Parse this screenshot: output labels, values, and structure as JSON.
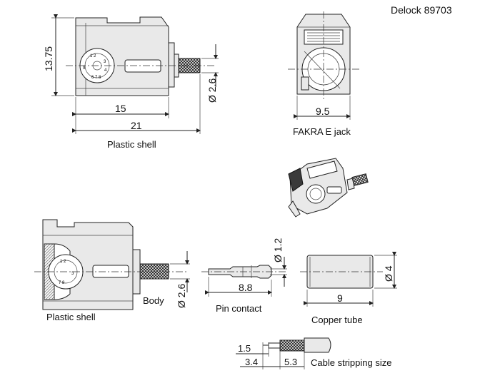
{
  "header": {
    "model": "Delock 89703"
  },
  "views": {
    "top_left": {
      "caption": "Plastic shell",
      "dims": {
        "height": "13.75",
        "diameter": "Ø 2.6",
        "length_inner": "15",
        "length_total": "21"
      }
    },
    "top_right": {
      "caption": "FAKRA E jack",
      "dims": {
        "width": "9.5"
      }
    },
    "bottom_left": {
      "caption": "Plastic shell",
      "body_label": "Body",
      "dims": {
        "diameter": "Ø 2.6"
      }
    },
    "pin": {
      "caption": "Pin contact",
      "dims": {
        "length": "8.8",
        "diameter": "Ø 1.2"
      }
    },
    "tube": {
      "caption": "Copper tube",
      "dims": {
        "length": "9",
        "diameter": "Ø 4"
      }
    },
    "cable": {
      "caption": "Cable stripping size",
      "dims": {
        "a": "1.5",
        "b": "3.4",
        "c": "5.3"
      }
    }
  },
  "colors": {
    "ink": "#222222",
    "metal": "#e9e9e9",
    "knurl": "#3a3a3a"
  }
}
